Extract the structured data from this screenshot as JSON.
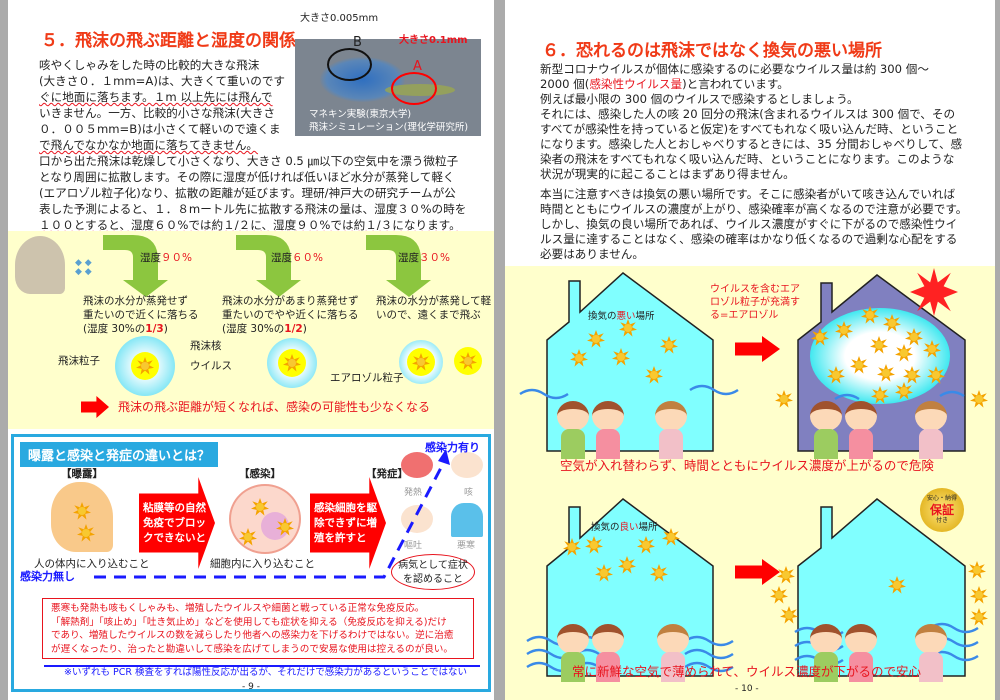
{
  "left_page": {
    "title": "５．飛沫の飛ぶ距離と湿度の関係",
    "photo": {
      "label_b_size": "大きさ0.005mm",
      "label_a_size": "大きさ0.1mm",
      "label_b": "B",
      "label_a": "A",
      "caption1": "マネキン実験(東京大学)",
      "caption2": "飛沫シミュレーション(理化学研究所)"
    },
    "para_lines": [
      "咳やくしゃみをした時の比較的大きな飛沫",
      "(大きさ０．１mm=A)は、大きくて重いのです",
      "ぐに地面に落ちます。１m 以上先には飛んで",
      "いきません。一方、比較的小さな飛沫(大きさ",
      "０．００５mm=B)は小さくて軽いので遠くま",
      "で飛んでなかなか地面に落ちてきません。",
      "口から出た飛沫は乾燥して小さくなり、大きさ 0.5 ㎛以下の空気中を漂う微粒子",
      "となり周囲に拡散します。その際に湿度が低ければ低いほど水分が蒸発して軽く",
      "(エアロゾル粒子化)なり、拡散の距離が延びます。理研/神戸大の研究チームが公",
      "表した予測によると、１．８mートル先に拡散する飛沫の量は、湿度３０%の時を",
      "１００とすると、湿度６０%では約１/２に、湿度９０%では約１/３になります。"
    ],
    "humidity": [
      {
        "label": "湿度",
        "value": "９０%",
        "desc1": "飛沫の水分が蒸発せず",
        "desc2": "重たいので近くに落ちる",
        "desc3": "(湿度 30%の",
        "ratio": "1/3",
        "close": ")"
      },
      {
        "label": "湿度",
        "value": "６０%",
        "desc1": "飛沫の水分があまり蒸発せず",
        "desc2": "重たいのでやや近くに落ちる",
        "desc3": "(湿度 30%の",
        "ratio": "1/2",
        "close": ")"
      },
      {
        "label": "湿度",
        "value": "３０%",
        "desc1": "飛沫の水分が蒸発して軽",
        "desc2": "いので、遠くまで飛ぶ"
      }
    ],
    "labels": {
      "droplet_particle": "飛沫粒子",
      "droplet_nucleus": "飛沫核",
      "virus": "ウイルス",
      "aerosol_particle": "エアロゾル粒子"
    },
    "conclusion": "飛沫の飛ぶ距離が短くなれば、感染の可能性も少なくなる",
    "box": {
      "title": "曝露と感染と発症の違いとは？",
      "exposure": "【曝露】",
      "exposure_desc": "人の体内に入り込むこと",
      "arrow1": [
        "粘膜等の自然",
        "免疫でブロッ",
        "クできないと"
      ],
      "infection": "【感染】",
      "infection_desc": "細胞内に入り込むこと",
      "arrow2": [
        "感染細胞を駆",
        "除できずに増",
        "殖を許すと"
      ],
      "onset": "【発症】",
      "symptoms": [
        "発熱",
        "咳",
        "嘔吐",
        "悪寒"
      ],
      "onset_desc": [
        "病気として症状",
        "を認めること"
      ],
      "no_infectivity": "感染力無し",
      "has_infectivity": "感染力有り",
      "note": [
        "悪寒も発熱も咳もくしゃみも、増殖したウイルスや細菌と戦っている正常な免疫反応。",
        "「解熱剤」「咳止め」「吐き気止め」などを使用しても症状を抑える（免疫反応を抑える)だけ",
        "であり、増殖したウイルスの数を減らしたり他者への感染力を下げるわけではない。逆に治癒",
        "が遅くなったり、治ったと勘違いして感染を広げてしまうので安易な使用は控えるのが良い。"
      ],
      "pcr_note": "※いずれも PCR 検査をすれば陽性反応が出るが、それだけで感染力があるということではない"
    },
    "page_number": "- 9 -"
  },
  "right_page": {
    "title": "６．恐れるのは飛沫ではなく換気の悪い場所",
    "para1": [
      [
        "新型コロナウイルスが個体に感染するのに必要なウイルス量は約 300 個～"
      ],
      [
        "2000 個(",
        "感染性ウイルス量",
        ")と言われています。"
      ],
      [
        "例えば最小限の 300 個のウイルスで感染するとしましょう。"
      ],
      [
        "それには、感染した人の咳 20 回分の飛沫(含まれるウイルスは 300 個で、その"
      ],
      [
        "すべてが感染性を持っていると仮定)をすべてもれなく吸い込んだ時、ということ"
      ],
      [
        "になります。感染した人とおしゃべりするときには、35 分間おしゃべりして、感"
      ],
      [
        "染者の飛沫をすべてもれなく吸い込んだ時、ということになります。このような"
      ],
      [
        "状況が現実的に起こることはまずあり得ません。"
      ]
    ],
    "para2": [
      "本当に注意すべきは換気の悪い場所です。そこに感染者がいて咳き込んでいれば",
      "時間とともにウイルスの濃度が上がり、感染確率が高くなるので注意が必要です。",
      "しかし、換気の良い場所であれば、ウイルス濃度がすぐに下がるので感染性ウイ",
      "ルス量に達することはなく、感染の確率はかなり低くなるので過剰な心配をする",
      "必要はありません。"
    ],
    "bad": {
      "label_a": "換気の",
      "label_b": "悪い",
      "label_c": "場所",
      "aerosol_note": [
        "ウイルスを含むエア",
        "ロゾル粒子が充満す",
        "る=エアロゾル"
      ],
      "caption": "空気が入れ替わらず、時間とともにウイルス濃度が上がるので危険"
    },
    "good": {
      "label_a": "換気の",
      "label_b": "良い",
      "label_c": "場所",
      "badge_top": "安心・納得",
      "badge_main": "保証",
      "badge_sub": "付き",
      "caption": "常に新鮮な空気で薄められて、ウイルス濃度が下がるので安心"
    },
    "page_number": "- 10 -"
  },
  "colors": {
    "title": "#f03a17",
    "red": "#e8141e",
    "panel": "#ffffcc",
    "frame": "#29a9e0",
    "house": "#80ffff",
    "house_bad": "#8080c0",
    "arrow_green": "#8cc63f",
    "blue": "#1a1aff"
  }
}
